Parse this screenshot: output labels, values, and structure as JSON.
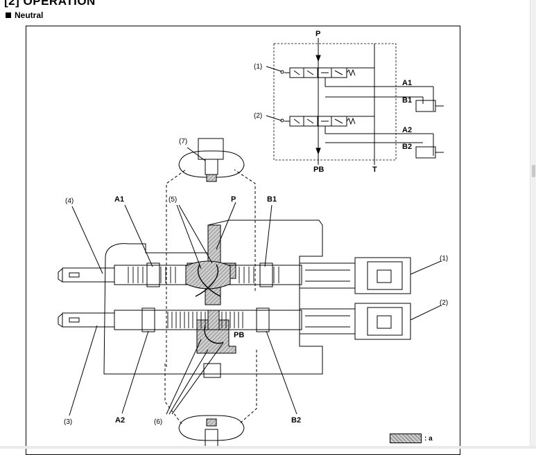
{
  "section": {
    "number": "[2]",
    "title": "OPERATION"
  },
  "subsection": {
    "title": "Neutral"
  },
  "schematic": {
    "port_p": "P",
    "port_pb": "PB",
    "port_t": "T",
    "port_a1": "A1",
    "port_b1": "B1",
    "port_a2": "A2",
    "port_b2": "B2",
    "callout_1": "(1)",
    "callout_2": "(2)"
  },
  "valve": {
    "callout_1": "(1)",
    "callout_2": "(2)",
    "callout_3": "(3)",
    "callout_4": "(4)",
    "callout_5": "(5)",
    "callout_6": "(6)",
    "callout_7": "(7)",
    "port_a1": "A1",
    "port_b1": "B1",
    "port_a2": "A2",
    "port_b2": "B2",
    "port_p": "P",
    "port_pb": "PB"
  },
  "legend": {
    "label": ": a"
  }
}
